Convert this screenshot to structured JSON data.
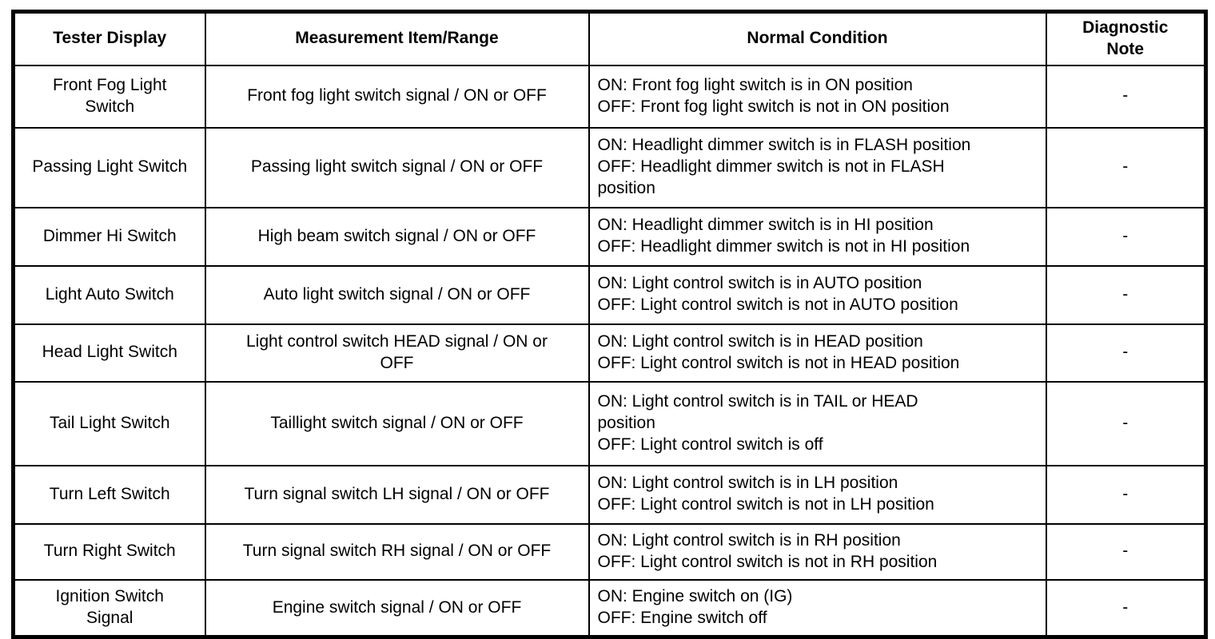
{
  "table": {
    "headers": {
      "tester_display": "Tester Display",
      "measurement": "Measurement Item/Range",
      "normal_condition": "Normal Condition",
      "diagnostic_note": "Diagnostic\nNote"
    },
    "rows": [
      {
        "tester_display": "Front Fog Light\nSwitch",
        "measurement": "Front fog light switch signal / ON or OFF",
        "normal_condition": "ON: Front fog light switch is in ON position\nOFF: Front fog light switch is not in ON position",
        "diagnostic_note": "-"
      },
      {
        "tester_display": "Passing Light Switch",
        "measurement": "Passing light switch signal / ON or OFF",
        "normal_condition": "ON: Headlight dimmer switch is in FLASH position\nOFF: Headlight dimmer switch is not in FLASH\nposition",
        "diagnostic_note": "-"
      },
      {
        "tester_display": "Dimmer Hi Switch",
        "measurement": "High beam switch signal / ON or OFF",
        "normal_condition": "ON: Headlight dimmer switch is in HI position\nOFF: Headlight dimmer switch is not in HI position",
        "diagnostic_note": "-"
      },
      {
        "tester_display": "Light Auto Switch",
        "measurement": "Auto light switch signal / ON or OFF",
        "normal_condition": "ON: Light control switch is in AUTO position\nOFF: Light control switch is not in AUTO position",
        "diagnostic_note": "-"
      },
      {
        "tester_display": "Head Light Switch",
        "measurement": "Light control switch HEAD signal / ON or\nOFF",
        "normal_condition": "ON: Light control switch is in HEAD position\nOFF: Light control switch is not in HEAD position",
        "diagnostic_note": "-"
      },
      {
        "tester_display": "Tail Light Switch",
        "measurement": "Taillight switch signal / ON or OFF",
        "normal_condition": "ON: Light control switch is in TAIL or HEAD\nposition\nOFF: Light control switch is off",
        "diagnostic_note": "-"
      },
      {
        "tester_display": "Turn Left Switch",
        "measurement": "Turn signal switch LH signal / ON or OFF",
        "normal_condition": "ON: Light control switch is in LH position\nOFF: Light control switch is not in LH position",
        "diagnostic_note": "-"
      },
      {
        "tester_display": "Turn Right Switch",
        "measurement": "Turn signal switch RH signal / ON or OFF",
        "normal_condition": "ON: Light control switch is in RH position\nOFF: Light control switch is not in RH position",
        "diagnostic_note": "-"
      },
      {
        "tester_display": "Ignition Switch\nSignal",
        "measurement": "Engine switch signal / ON or OFF",
        "normal_condition": "ON: Engine switch on (IG)\nOFF: Engine switch off",
        "diagnostic_note": "-"
      }
    ]
  }
}
